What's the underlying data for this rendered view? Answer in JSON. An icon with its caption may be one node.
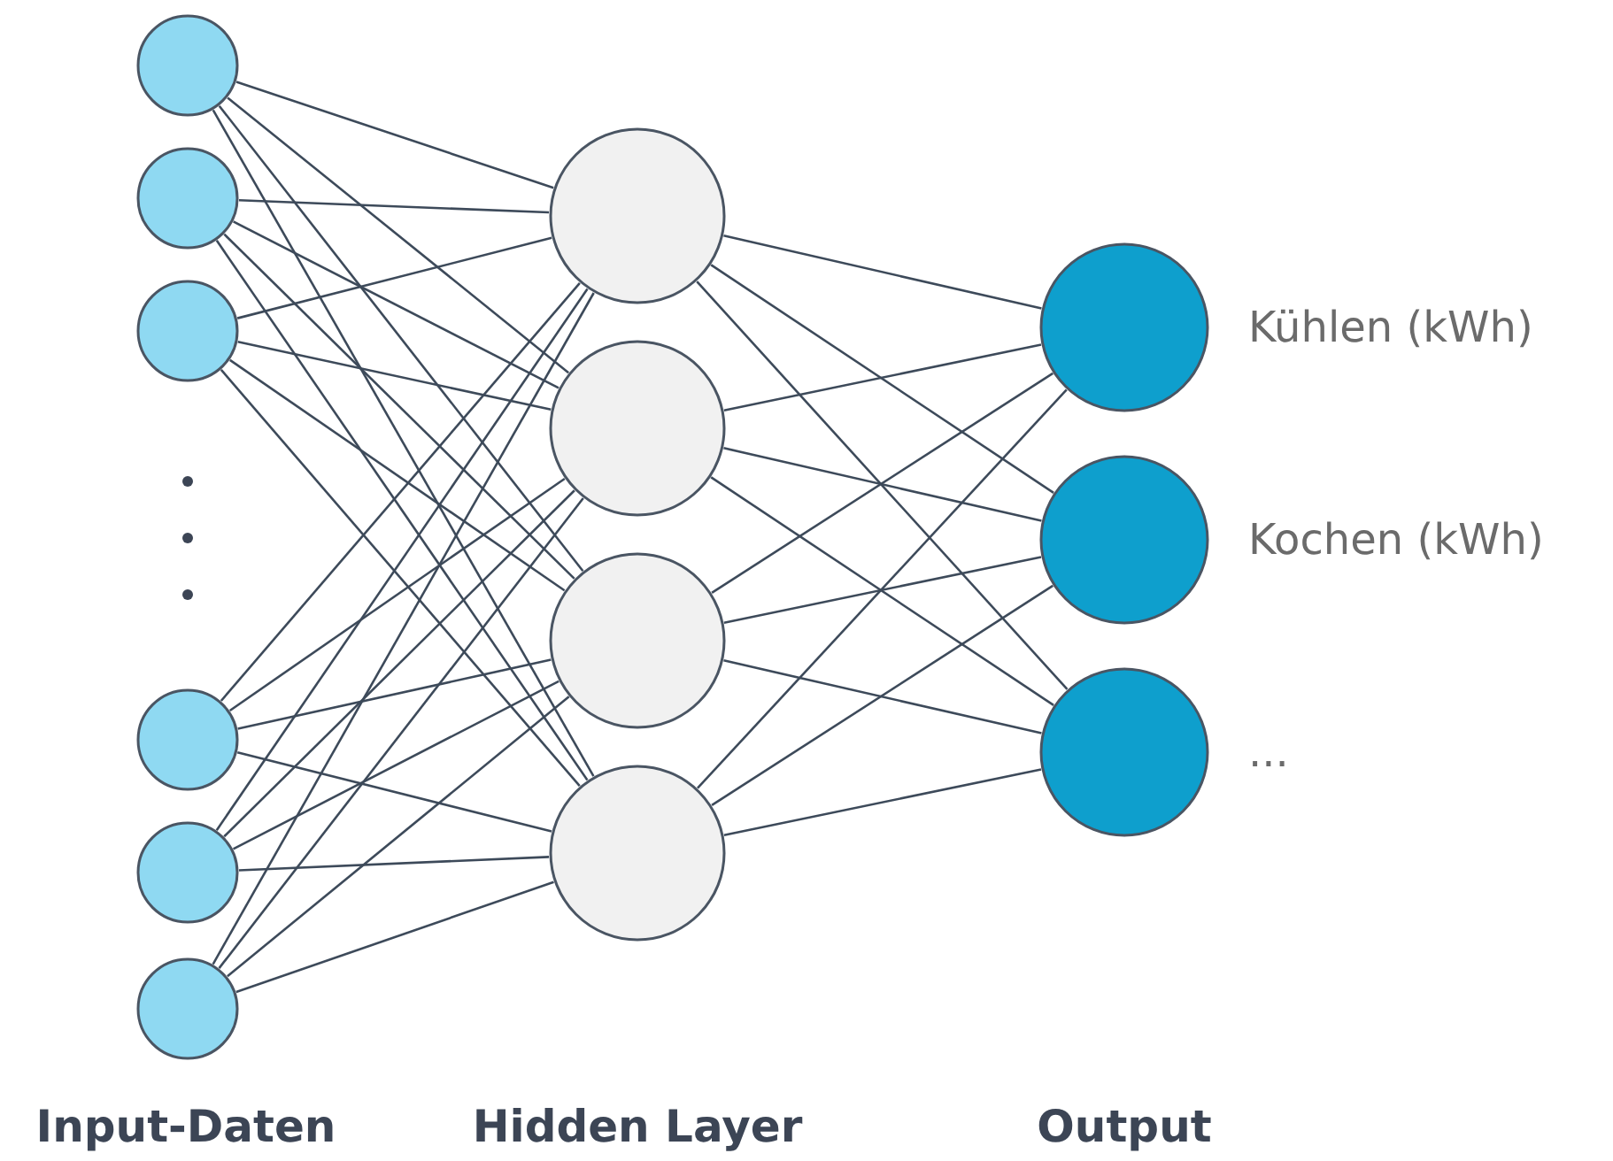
{
  "diagram": {
    "nodes": [
      {
        "text": [],
        "shape": "circle"
      },
      {
        "text": [],
        "shape": "circle"
      },
      {
        "text": [],
        "shape": "circle"
      },
      {
        "text": [],
        "shape": "circle"
      },
      {
        "text": [],
        "shape": "circle"
      },
      {
        "text": [],
        "shape": "circle"
      },
      {
        "text": [],
        "shape": "circle"
      },
      {
        "text": [],
        "shape": "circle"
      },
      {
        "text": [],
        "shape": "circle"
      },
      {
        "text": [],
        "shape": "circle"
      },
      {
        "text": [],
        "shape": "circle",
        "beside": [
          "Kühlen (kWh)"
        ]
      },
      {
        "text": [],
        "shape": "circle",
        "beside": [
          "Kochen (kWh)"
        ]
      },
      {
        "text": [],
        "shape": "circle",
        "beside": [
          "..."
        ]
      }
    ],
    "edges": [
      {
        "from": 0,
        "to": 6,
        "arrow": "none"
      },
      {
        "from": 0,
        "to": 7,
        "arrow": "none"
      },
      {
        "from": 0,
        "to": 8,
        "arrow": "none"
      },
      {
        "from": 0,
        "to": 9,
        "arrow": "none"
      },
      {
        "from": 1,
        "to": 6,
        "arrow": "none"
      },
      {
        "from": 1,
        "to": 7,
        "arrow": "none"
      },
      {
        "from": 1,
        "to": 8,
        "arrow": "none"
      },
      {
        "from": 1,
        "to": 9,
        "arrow": "none"
      },
      {
        "from": 2,
        "to": 6,
        "arrow": "none"
      },
      {
        "from": 2,
        "to": 7,
        "arrow": "none"
      },
      {
        "from": 2,
        "to": 8,
        "arrow": "none"
      },
      {
        "from": 2,
        "to": 9,
        "arrow": "none"
      },
      {
        "from": 3,
        "to": 6,
        "arrow": "none"
      },
      {
        "from": 3,
        "to": 7,
        "arrow": "none"
      },
      {
        "from": 3,
        "to": 8,
        "arrow": "none"
      },
      {
        "from": 3,
        "to": 9,
        "arrow": "none"
      },
      {
        "from": 4,
        "to": 6,
        "arrow": "none"
      },
      {
        "from": 4,
        "to": 7,
        "arrow": "none"
      },
      {
        "from": 4,
        "to": 8,
        "arrow": "none"
      },
      {
        "from": 4,
        "to": 9,
        "arrow": "none"
      },
      {
        "from": 5,
        "to": 6,
        "arrow": "none"
      },
      {
        "from": 5,
        "to": 7,
        "arrow": "none"
      },
      {
        "from": 5,
        "to": 8,
        "arrow": "none"
      },
      {
        "from": 5,
        "to": 9,
        "arrow": "none"
      },
      {
        "from": 6,
        "to": 10,
        "arrow": "none"
      },
      {
        "from": 6,
        "to": 11,
        "arrow": "none"
      },
      {
        "from": 6,
        "to": 12,
        "arrow": "none"
      },
      {
        "from": 7,
        "to": 10,
        "arrow": "none"
      },
      {
        "from": 7,
        "to": 11,
        "arrow": "none"
      },
      {
        "from": 7,
        "to": 12,
        "arrow": "none"
      },
      {
        "from": 8,
        "to": 10,
        "arrow": "none"
      },
      {
        "from": 8,
        "to": 11,
        "arrow": "none"
      },
      {
        "from": 8,
        "to": 12,
        "arrow": "none"
      },
      {
        "from": 9,
        "to": 10,
        "arrow": "none"
      },
      {
        "from": 9,
        "to": 11,
        "arrow": "none"
      },
      {
        "from": 9,
        "to": 12,
        "arrow": "none"
      }
    ],
    "labels": [
      "Input-Daten",
      "Hidden Layer",
      "Output"
    ]
  }
}
